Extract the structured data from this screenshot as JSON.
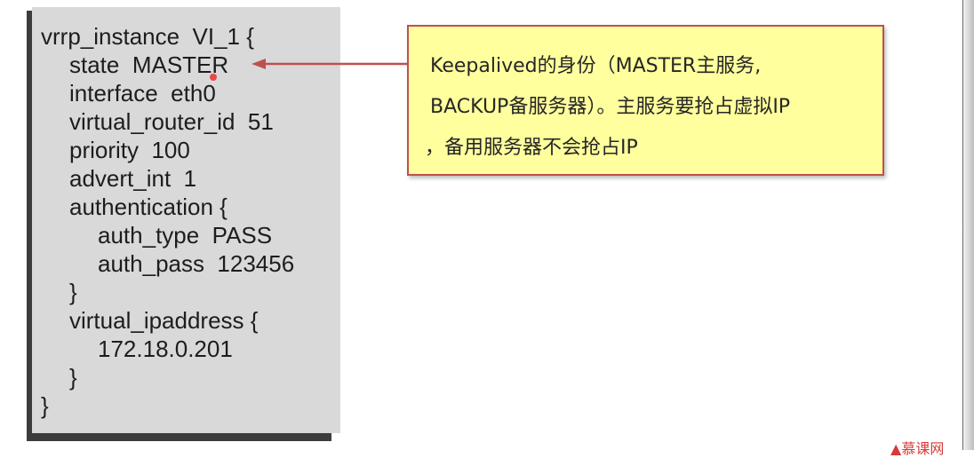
{
  "code": {
    "lines": [
      "vrrp_instance  VI_1 {",
      "state  MASTER",
      "interface  eth0",
      "virtual_router_id  51",
      "priority  100",
      "advert_int  1",
      "authentication {",
      "auth_type  PASS",
      "auth_pass  123456",
      "}",
      "virtual_ipaddress {",
      "172.18.0.201",
      "}",
      "}"
    ]
  },
  "callout": {
    "lines": [
      "Keepalived的身份（MASTER主服务,",
      "BACKUP备服务器）。主服务要抢占虚拟IP",
      "，备用服务器不会抢占IP"
    ]
  },
  "watermark": {
    "text": "慕课网"
  },
  "colors": {
    "callout_fill": "#ffff9d",
    "callout_border": "#c0504d",
    "arrow": "#c0504d",
    "code_panel": "#d9d9d9"
  }
}
